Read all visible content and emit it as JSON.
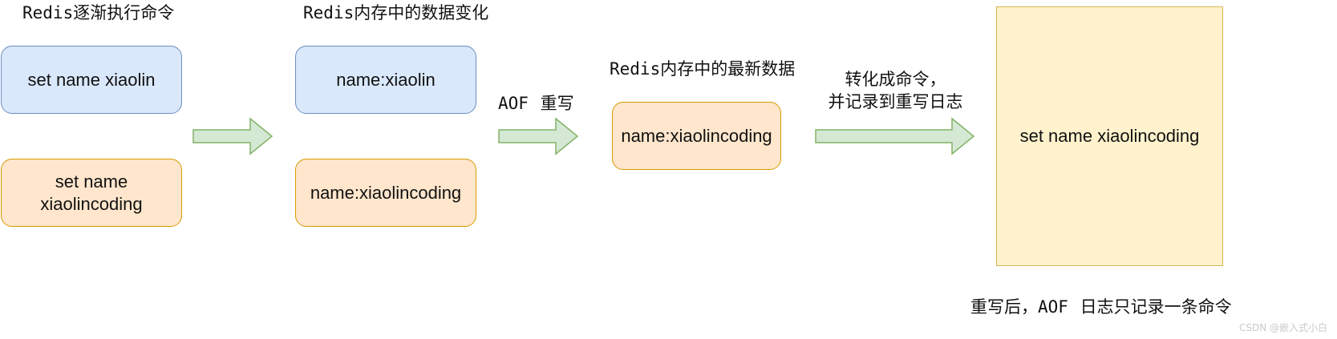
{
  "headers": {
    "commands_prefix": "Redis",
    "commands_suffix": "逐渐执行命令",
    "memory_prefix": "Redis",
    "memory_suffix": "内存中的数据变化",
    "latest_prefix": "Redis",
    "latest_suffix": "内存中的最新数据"
  },
  "commands": [
    {
      "text": "set name xiaolin",
      "color": "#dae8fc"
    },
    {
      "text": "set name\nxiaolincoding",
      "color": "#ffe6cc"
    }
  ],
  "memory": [
    {
      "text": "name:xiaolin",
      "color": "#dae8fc"
    },
    {
      "text": "name:xiaolincoding",
      "color": "#ffe6cc"
    }
  ],
  "latest": {
    "text": "name:xiaolincoding",
    "color": "#ffe6cc"
  },
  "rewrite_label": {
    "prefix": "AOF",
    "suffix": "重写"
  },
  "convert_label": {
    "line1": "转化成命令，",
    "line2": "并记录到重写日志"
  },
  "aof_log": {
    "text": "set name xiaolincoding",
    "color": "#fff2cc"
  },
  "footer": {
    "part1": "重写后，",
    "mono": "AOF",
    "part2": "日志只记录一条命令"
  },
  "watermark": "CSDN @嵌入式小白"
}
